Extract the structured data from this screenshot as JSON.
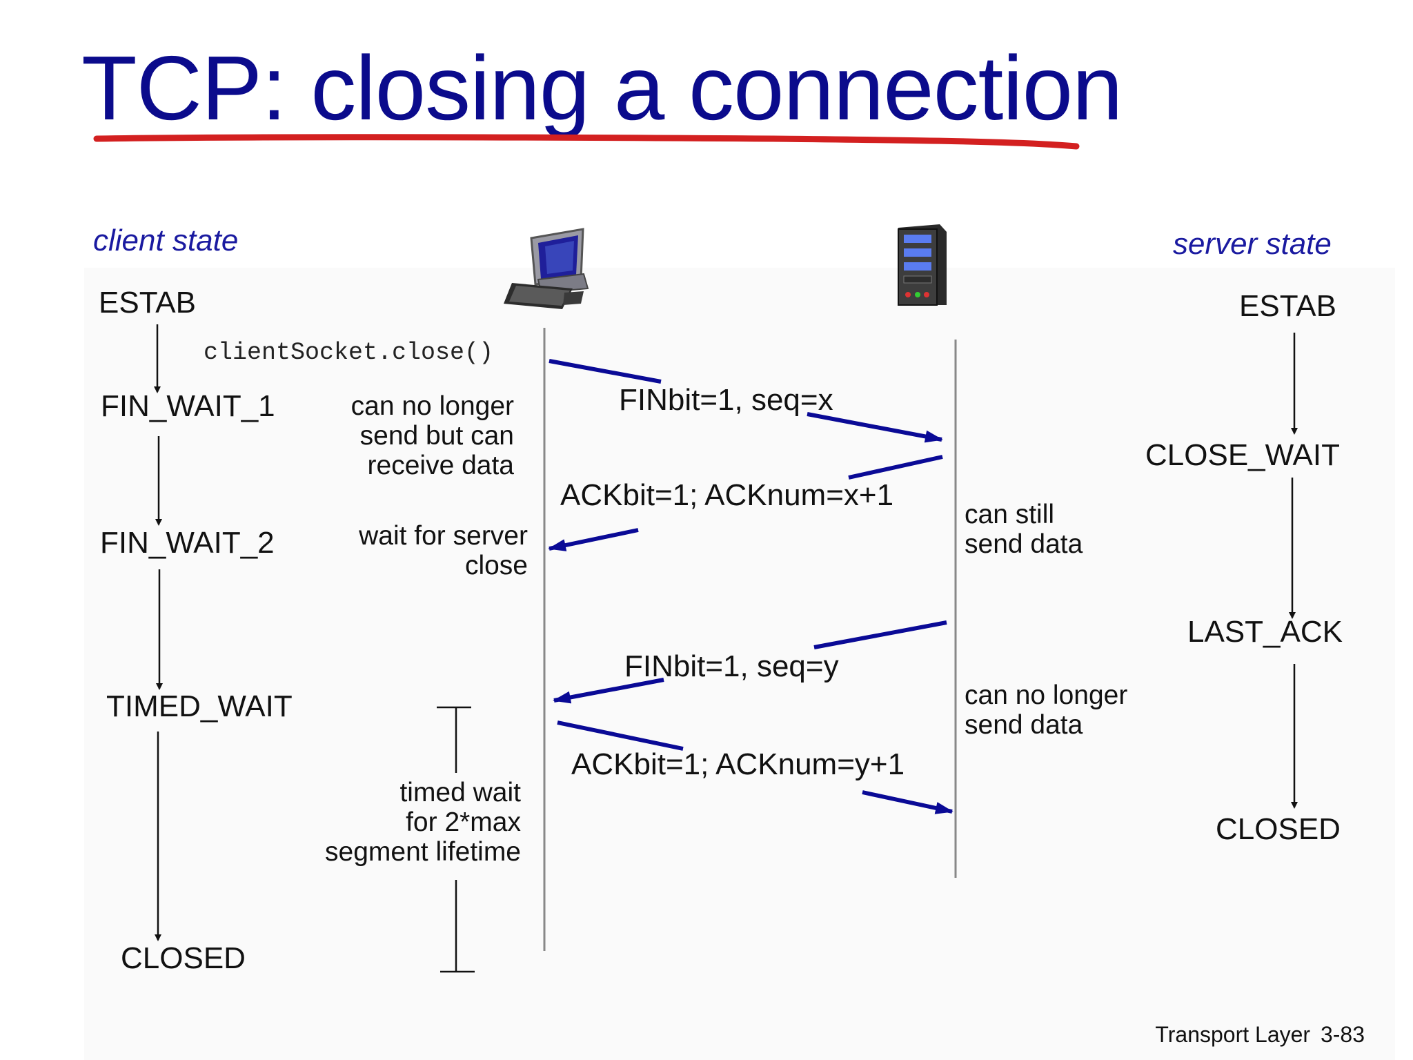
{
  "title": "TCP: closing a connection",
  "client_header": "client state",
  "server_header": "server state",
  "client_states": [
    "ESTAB",
    "FIN_WAIT_1",
    "FIN_WAIT_2",
    "TIMED_WAIT",
    "CLOSED"
  ],
  "server_states": [
    "ESTAB",
    "CLOSE_WAIT",
    "LAST_ACK",
    "CLOSED"
  ],
  "call": "clientSocket.close()",
  "notes": {
    "fin_wait_1": [
      "can no longer",
      "send but can",
      "receive data"
    ],
    "fin_wait_2": [
      "wait for server",
      "close"
    ],
    "can_still": [
      "can still",
      "send data"
    ],
    "can_no_longer": [
      "can no longer",
      "send data"
    ],
    "timed_wait": [
      "timed wait",
      "for 2*max",
      "segment lifetime"
    ]
  },
  "messages": [
    "FINbit=1, seq=x",
    "ACKbit=1; ACKnum=x+1",
    "FINbit=1, seq=y",
    "ACKbit=1; ACKnum=y+1"
  ],
  "icons": {
    "client": "desktop-computer-icon",
    "server": "server-tower-icon"
  },
  "colors": {
    "title": "#0b0b8c",
    "underline": "#d32020",
    "arrow": "#0a0a96"
  },
  "footer": {
    "label": "Transport Layer",
    "page": "3-83"
  }
}
